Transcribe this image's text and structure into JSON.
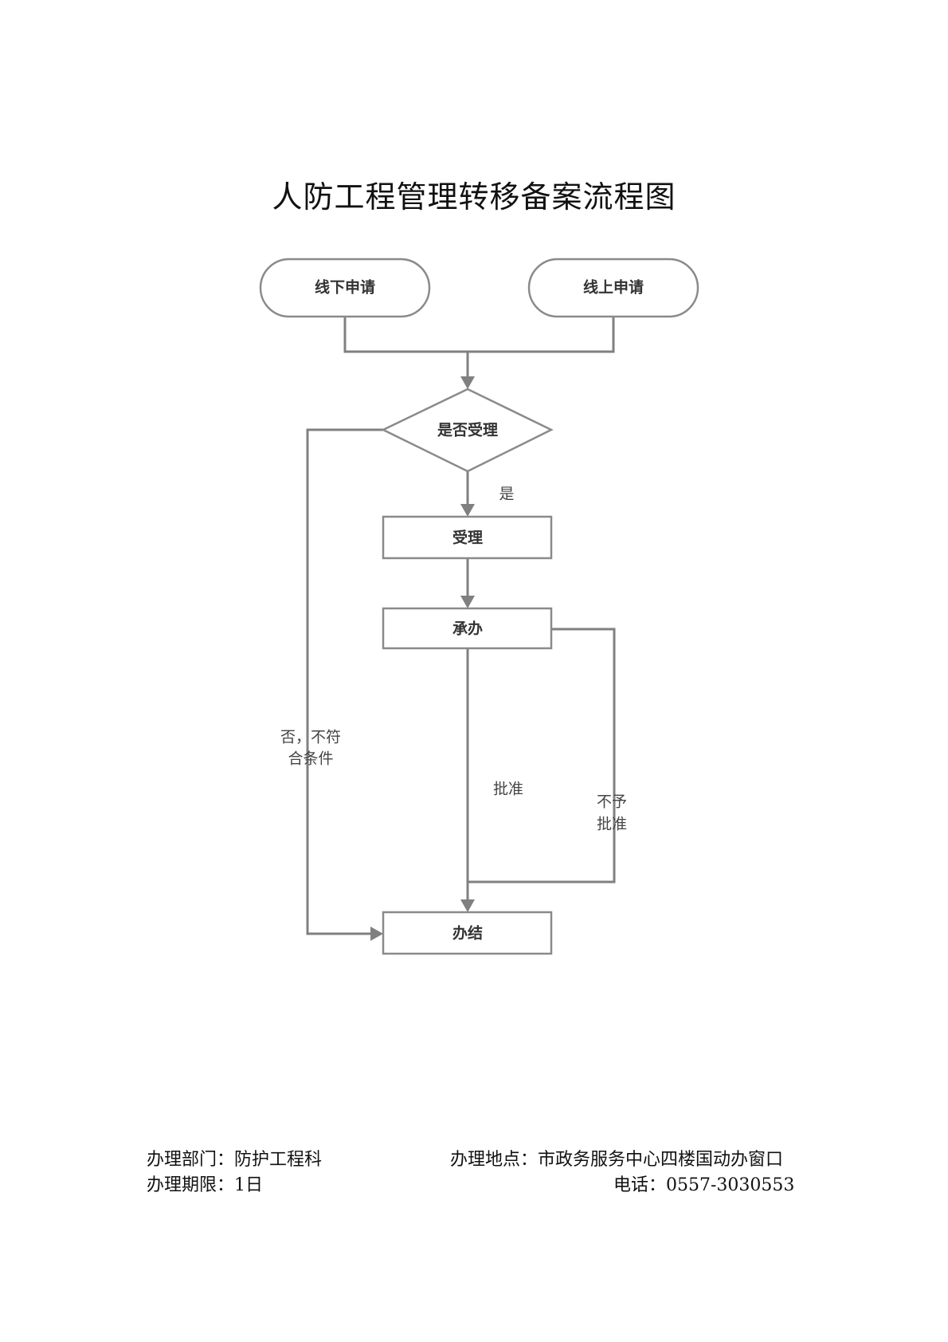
{
  "title": "人防工程管理转移备案流程图",
  "nodes": {
    "offline": "线下申请",
    "online": "线上申请",
    "decision": "是否受理",
    "accept": "受理",
    "handle": "承办",
    "finish": "办结"
  },
  "edges": {
    "yes": "是",
    "no_line1": "否，不符",
    "no_line2": "合条件",
    "approve": "批准",
    "reject_line1": "不予",
    "reject_line2": "批准"
  },
  "footer": {
    "department": "办理部门：防护工程科",
    "location": "办理地点：市政务服务中心四楼国动办窗口",
    "time_limit": "办理期限：1日",
    "phone": "电话：0557-3030553"
  },
  "colors": {
    "line": "#808080"
  }
}
